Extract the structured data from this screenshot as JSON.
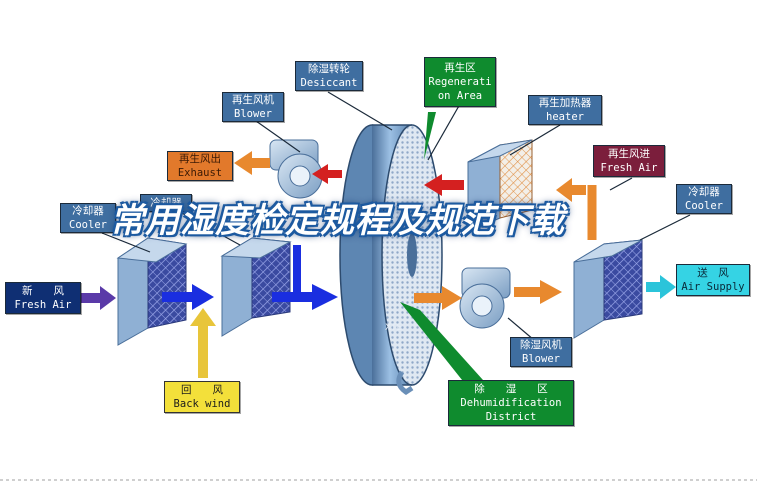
{
  "overlay_title": "常用湿度检定规程及规范下载",
  "labels": {
    "desiccant": {
      "zh": "除湿转轮",
      "en": "Desiccant"
    },
    "regen_area": {
      "zh": "再生区",
      "en1": "Regenerati",
      "en2": "on Area"
    },
    "regen_blower": {
      "zh": "再生风机",
      "en": "Blower"
    },
    "regen_heater": {
      "zh": "再生加热器",
      "en": "heater"
    },
    "exhaust": {
      "zh": "再生风出",
      "en": "Exhaust"
    },
    "regen_air_in": {
      "zh": "再生风进",
      "en": "Fresh Air"
    },
    "cooler_left": {
      "zh": "冷却器",
      "en": "Cooler"
    },
    "cooler_mid": {
      "zh": "冷却器"
    },
    "cooler_right": {
      "zh": "冷却器",
      "en": "Cooler"
    },
    "fresh_air": {
      "zh": "新　　风",
      "en": "Fresh Air"
    },
    "air_supply": {
      "zh": "送　风",
      "en": "Air Supply"
    },
    "back_wind": {
      "zh": "回　　风",
      "en": "Back wind"
    },
    "dehum_blower": {
      "zh": "除湿风机",
      "en": "Blower"
    },
    "dehum_district": {
      "zh": "除　　湿　　区",
      "en1": "Dehumidification",
      "en2": "District"
    }
  },
  "colors": {
    "label_blue": "#3f6ea0",
    "label_maroon": "#7b1e3c",
    "label_orange": "#e2792b",
    "label_navy": "#0f2f73",
    "label_cyan": "#35d3e4",
    "label_yellow": "#f3e03a",
    "label_green": "#0f8b2e",
    "arrow_blue": "#1a2ee0",
    "arrow_orange": "#e8892e",
    "arrow_red": "#d42020",
    "arrow_purple": "#5a3aa8",
    "arrow_yellow": "#e8c53a",
    "arrow_cyan": "#2bc4da"
  }
}
